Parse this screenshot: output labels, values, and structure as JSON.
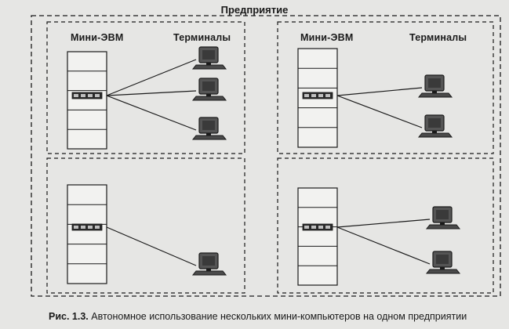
{
  "diagram": {
    "title": "Предприятие",
    "quadrants": [
      {
        "minicomputer_label": "Мини-ЭВМ",
        "terminals_label": "Терминалы",
        "terminal_count": 3
      },
      {
        "minicomputer_label": "Мини-ЭВМ",
        "terminals_label": "Терминалы",
        "terminal_count": 2
      },
      {
        "minicomputer_label": "",
        "terminals_label": "",
        "terminal_count": 1
      },
      {
        "minicomputer_label": "",
        "terminals_label": "",
        "terminal_count": 2
      }
    ]
  },
  "caption": {
    "number": "Рис. 1.3.",
    "text": " Автономное использование нескольких мини-компьютеров на одном предприятии"
  },
  "colors": {
    "background": "#e6e6e4",
    "ink": "#1a1a1a",
    "terminal_screen": "#555555"
  }
}
